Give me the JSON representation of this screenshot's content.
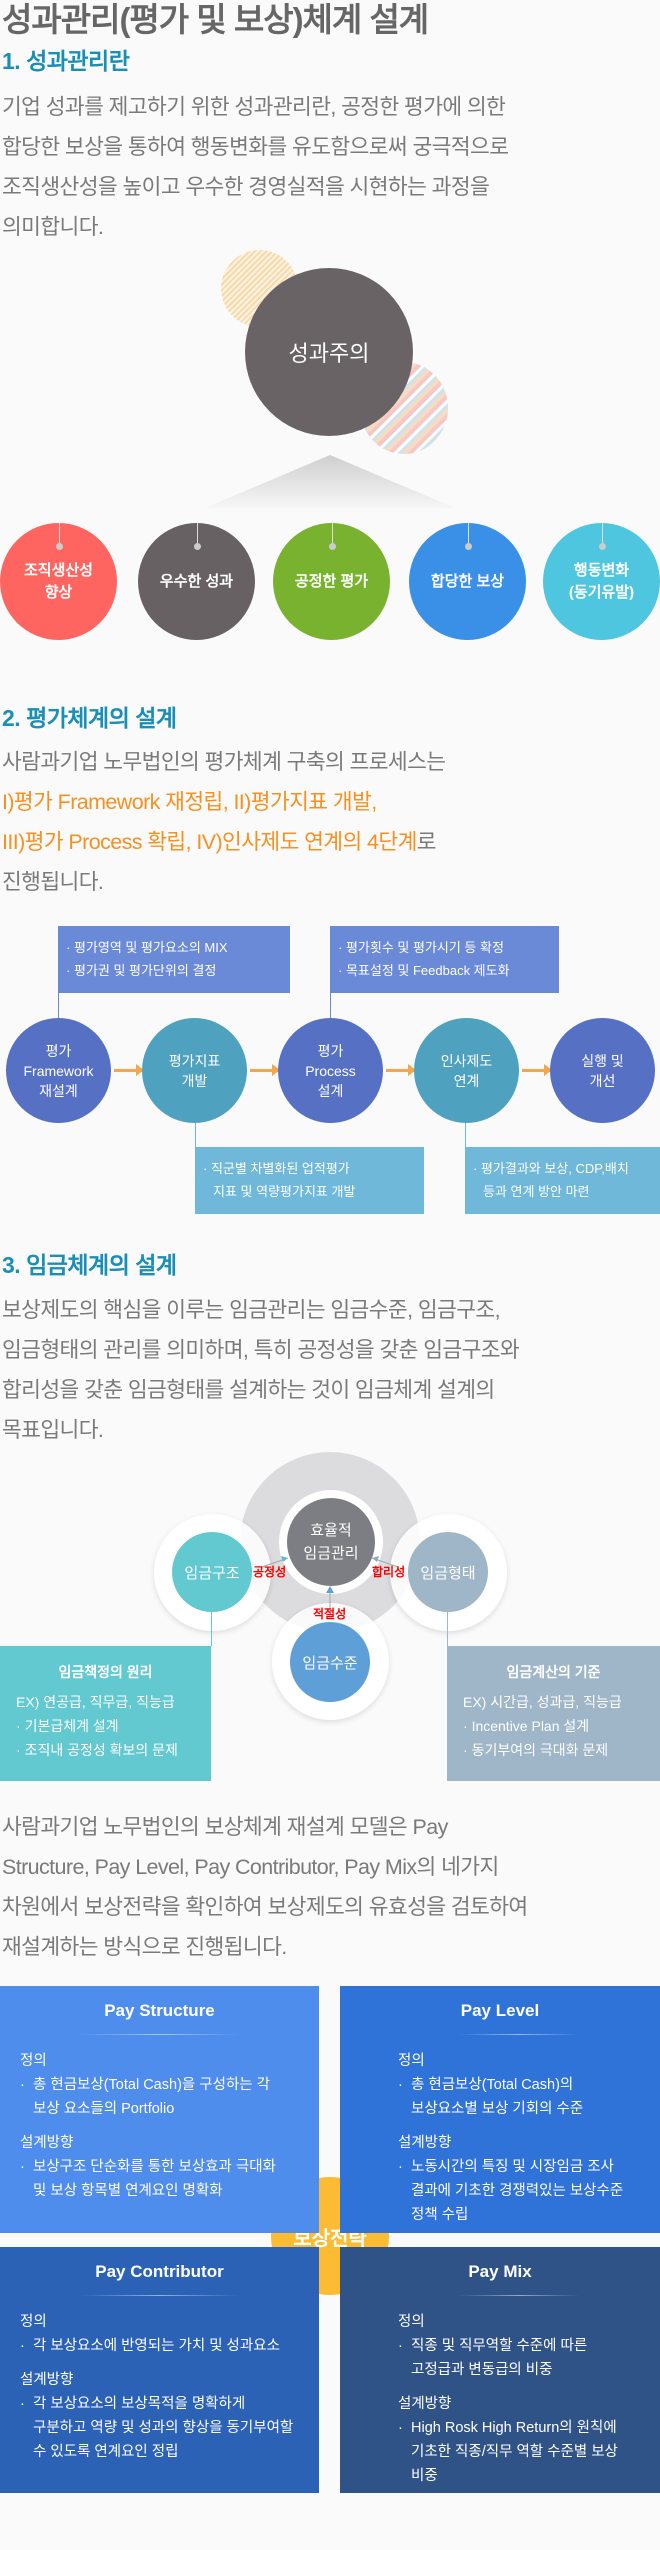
{
  "title": "성과관리(평가 및 보상)체계 설계",
  "section1": {
    "heading": "1. 성과관리란",
    "lines": [
      "기업 성과를 제고하기 위한 성과관리란, 공정한 평가에 의한",
      "합당한 보상을 통하여 행동변화를 유도함으로써 궁극적으로",
      "조직생산성을 높이고 우수한 경영실적을 시현하는 과정을",
      "의미합니다."
    ],
    "center": "성과주의",
    "circles": [
      {
        "label": "조직생산성\n향상",
        "color": "#fe6560"
      },
      {
        "label": "우수한 성과",
        "color": "#676163"
      },
      {
        "label": "공정한 평가",
        "color": "#79b22e"
      },
      {
        "label": "합당한 보상",
        "color": "#3a8fe6"
      },
      {
        "label": "행동변화\n(동기유발)",
        "color": "#4fc6df"
      }
    ]
  },
  "section2": {
    "heading": "2. 평가체계의 설계",
    "line1": "사람과기업 노무법인의 평가체계 구축의 프로세스는",
    "line2": "I)평가 Framework 재정립,  II)평가지표 개발,",
    "line3_orange": "III)평가 Process 확립,  IV)인사제도 연계의 4단계",
    "line3_rest": "로",
    "line4": "진행됩니다.",
    "steps": [
      {
        "label": "평가\nFramework\n재설계",
        "color": "#5670c4"
      },
      {
        "label": "평가지표\n개발",
        "color": "#4ea2bf"
      },
      {
        "label": "평가\nProcess\n설계",
        "color": "#5670c4"
      },
      {
        "label": "인사제도\n연계",
        "color": "#4ea2bf"
      },
      {
        "label": "실행 및\n개선",
        "color": "#5670c4"
      }
    ],
    "notes": [
      {
        "items": [
          "평가영역 및 평가요소의 MIX",
          "평가권 및 평가단위의 결정"
        ]
      },
      {
        "items": [
          "평가횟수 및 평가시기 등 확정",
          "목표설정 및 Feedback 제도화"
        ]
      },
      {
        "items": [
          "직군별 차별화된 업적평가",
          "지표 및 역량평가지표 개발"
        ]
      },
      {
        "items": [
          "평가결과와 보상, CDP,배치",
          "등과 연계 방안 마련"
        ]
      }
    ]
  },
  "section3": {
    "heading": "3. 임금체계의 설계",
    "lines": [
      "보상제도의 핵심을 이루는 임금관리는 임금수준, 임금구조,",
      "임금형태의 관리를 의미하며, 특히 공정성을 갖춘 임금구조와",
      "합리성을 갖춘 임금형태를 설계하는 것이 임금체계 설계의",
      "목표입니다."
    ],
    "center": "효율적\n임금관리",
    "structure": "임금구조",
    "form": "임금형태",
    "level": "임금수준",
    "fairness": "공정성",
    "rationality": "합리성",
    "adequacy": "적절성",
    "left_box": {
      "title": "임금책정의 원리",
      "ex": "EX) 연공급, 직무급, 직능급",
      "items": [
        "기본급체계 설계",
        "조직내 공정성 확보의 문제"
      ]
    },
    "right_box": {
      "title": "임금계산의 기준",
      "ex": "EX) 시간급, 성과급, 직능급",
      "items": [
        "Incentive Plan 설계",
        "동기부여의 극대화 문제"
      ]
    }
  },
  "section4": {
    "lines": [
      "사람과기업 노무법인의 보상체계 재설계 모델은 Pay",
      "Structure, Pay Level, Pay Contributor, Pay Mix의 네가지",
      "차원에서 보상전략을 확인하여 보상제도의 유효성을 검토하여",
      "재설계하는 방식으로 진행됩니다."
    ],
    "center": "보상전략",
    "quads": [
      {
        "title": "Pay Structure",
        "def_label": "정의",
        "def": "총 현금보상(Total Cash)을 구성하는 각\n보상 요소들의 Portfolio",
        "dir_label": "설계방향",
        "dir": "보상구조 단순화를 통한 보상효과 극대화\n및 보상 항목별 연계요인 명확화",
        "color": "#4f8ded"
      },
      {
        "title": "Pay Level",
        "def_label": "정의",
        "def": "총 현금보상(Total Cash)의\n보상요소별 보상 기회의 수준",
        "dir_label": "설계방향",
        "dir": "노동시간의 특징 및 시장임금 조사\n결과에 기초한 경쟁력있는 보상수준\n정책 수립",
        "color": "#2f73d8"
      },
      {
        "title": "Pay Contributor",
        "def_label": "정의",
        "def": "각 보상요소에 반영되는 가치 및 성과요소",
        "dir_label": "설계방향",
        "dir": "각 보상요소의 보상목적을 명확하게\n구분하고 역량 및 성과의 향상을 동기부여할\n수 있도록 연계요인 정립",
        "color": "#2c62b6"
      },
      {
        "title": "Pay Mix",
        "def_label": "정의",
        "def": "직종 및 직무역할 수준에 따른\n고정급과 변동급의 비중",
        "dir_label": "설계방향",
        "dir": "High Rosk High Return의 원칙에\n기초한 직종/직무 역할 수준별 보상\n비중",
        "color": "#2f5287"
      }
    ]
  }
}
